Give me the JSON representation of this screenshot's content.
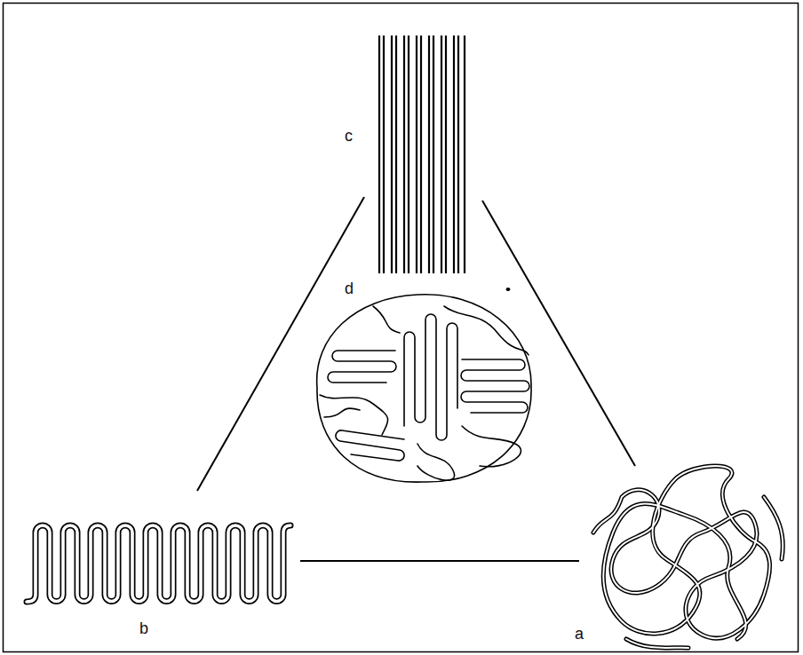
{
  "diagram": {
    "nodes": [
      {
        "text": [
          "c"
        ]
      },
      {
        "text": [
          "d"
        ]
      },
      {
        "text": [
          "b"
        ]
      },
      {
        "text": [
          "a"
        ]
      }
    ],
    "edges": [
      {
        "from": 0,
        "to": 2,
        "arrow": "none"
      },
      {
        "from": 0,
        "to": 3,
        "arrow": "none"
      },
      {
        "from": 2,
        "to": 3,
        "arrow": "none"
      }
    ]
  }
}
